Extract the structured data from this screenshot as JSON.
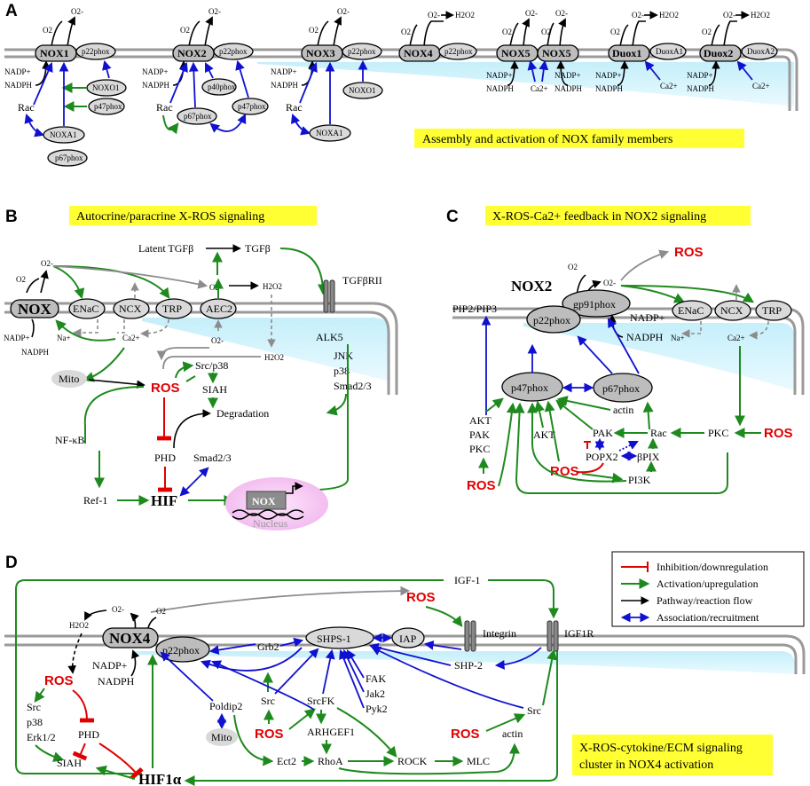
{
  "panels": {
    "A": {
      "label": "A",
      "title": "Assembly and activation of NOX family members",
      "nox1": {
        "name": "NOX1",
        "partner": "p22phox",
        "regulators": [
          "NOXO1",
          "p47phox",
          "NOXA1",
          "p67phox"
        ],
        "rac": "Rac"
      },
      "nox2": {
        "name": "NOX2",
        "partner": "p22phox",
        "regulators": [
          "p40phox",
          "p47phox",
          "p67phox"
        ],
        "rac": "Rac"
      },
      "nox3": {
        "name": "NOX3",
        "partner": "p22phox",
        "regulators": [
          "NOXO1",
          "NOXA1"
        ],
        "rac": "Rac"
      },
      "nox4": {
        "name": "NOX4",
        "partner": "p22phox"
      },
      "nox5": {
        "name": "NOX5",
        "name2": "NOX5",
        "calcium": "Ca2+"
      },
      "duox1": {
        "name": "Duox1",
        "partner": "DuoxA1",
        "calcium": "Ca2+"
      },
      "duox2": {
        "name": "Duox2",
        "partner": "DuoxA2",
        "calcium": "Ca2+"
      },
      "o2": "O2",
      "superoxide": "O2-",
      "h2o2": "H2O2",
      "nadp": "NADP+",
      "nadph": "NADPH"
    },
    "B": {
      "label": "B",
      "title": "Autocrine/paracrine X-ROS signaling",
      "nodes": {
        "latent_tgfb": "Latent TGFβ",
        "tgfb": "TGFβ",
        "tgfbr": "TGFβRII",
        "alk5": "ALK5",
        "jnk": "JNK",
        "p38": "p38",
        "smad": "Smad2/3",
        "nox": "NOX",
        "enac": "ENaC",
        "ncx": "NCX",
        "trp": "TRP",
        "aec": "AEC2",
        "na": "Na+",
        "ca": "Ca2+",
        "mito": "Mito",
        "ros": "ROS",
        "src_p38": "Src/p38",
        "siah": "SIAH",
        "degradation": "Degradation",
        "nfkb": "NF-κB",
        "phd": "PHD",
        "smad_b": "Smad2/3",
        "ref1": "Ref-1",
        "hif": "HIF",
        "nox_gene": "NOX",
        "nucleus": "Nucleus",
        "h2o2": "H2O2",
        "o2": "O2",
        "superoxide": "O2-",
        "nadp": "NADP+",
        "nadph": "NADPH"
      }
    },
    "C": {
      "label": "C",
      "title": "X-ROS-Ca2+ feedback in NOX2 signaling",
      "nodes": {
        "ros_top": "ROS",
        "nox2": "NOX2",
        "gp91": "gp91phox",
        "p22": "p22phox",
        "pip": "PIP2/PIP3",
        "nadp": "NADP+",
        "nadph": "NADPH",
        "enac": "ENaC",
        "ncx": "NCX",
        "trp": "TRP",
        "na": "Na+",
        "ca": "Ca2+",
        "p47": "p47phox",
        "p67": "p67phox",
        "actin": "actin",
        "akt_pak_pkc": [
          "AKT",
          "PAK",
          "PKC"
        ],
        "akt": "AKT",
        "pak": "PAK",
        "rac": "Rac",
        "pkc": "PKC",
        "ros_right": "ROS",
        "popx2": "POPX2",
        "bpix": "βPIX",
        "ros_mid": "ROS",
        "pi3k": "PI3K",
        "ros_left": "ROS",
        "o2": "O2",
        "superoxide": "O2-"
      }
    },
    "D": {
      "label": "D",
      "title_line1": "X-ROS-cytokine/ECM signaling",
      "title_line2": "cluster in NOX4 activation",
      "nodes": {
        "igf1": "IGF-1",
        "ros_top": "ROS",
        "integrin": "Integrin",
        "igf1r": "IGF1R",
        "h2o2": "H2O2",
        "superoxide": "O2-",
        "o2": "O2",
        "nox4": "NOX4",
        "p22": "p22phox",
        "grb2": "Grb2",
        "shps1": "SHPS-1",
        "iap": "IAP",
        "shp2": "SHP-2",
        "nadp": "NADP+",
        "nadph": "NADPH",
        "ros_left": "ROS",
        "kinases": [
          "Src",
          "p38",
          "Erk1/2"
        ],
        "phd": "PHD",
        "siah": "SIAH",
        "hif": "HIF1α",
        "poldip2": "Poldip2",
        "mito": "Mito",
        "src": "Src",
        "ros_mid": "ROS",
        "srcfk": "SrcFK",
        "fak": "FAK",
        "jak2": "Jak2",
        "pyk2": "Pyk2",
        "src_right": "Src",
        "ros_right": "ROS",
        "arhgef1": "ARHGEF1",
        "ect2": "Ect2",
        "rhoa": "RhoA",
        "rock": "ROCK",
        "mlc": "MLC",
        "actin": "actin"
      }
    }
  },
  "legend": {
    "items": [
      {
        "label": "Inhibition/downregulation",
        "color": "#e00000"
      },
      {
        "label": "Activation/upregulation",
        "color": "#1e8a1e"
      },
      {
        "label": "Pathway/reaction flow",
        "color": "#000000"
      },
      {
        "label": "Association/recruitment",
        "color": "#1010d0"
      }
    ]
  },
  "colors": {
    "ros": "#e00000",
    "activation": "#1e8a1e",
    "association": "#1010d0",
    "title_highlight": "#ffff33",
    "cytoplasm": "#d6f4fb"
  }
}
